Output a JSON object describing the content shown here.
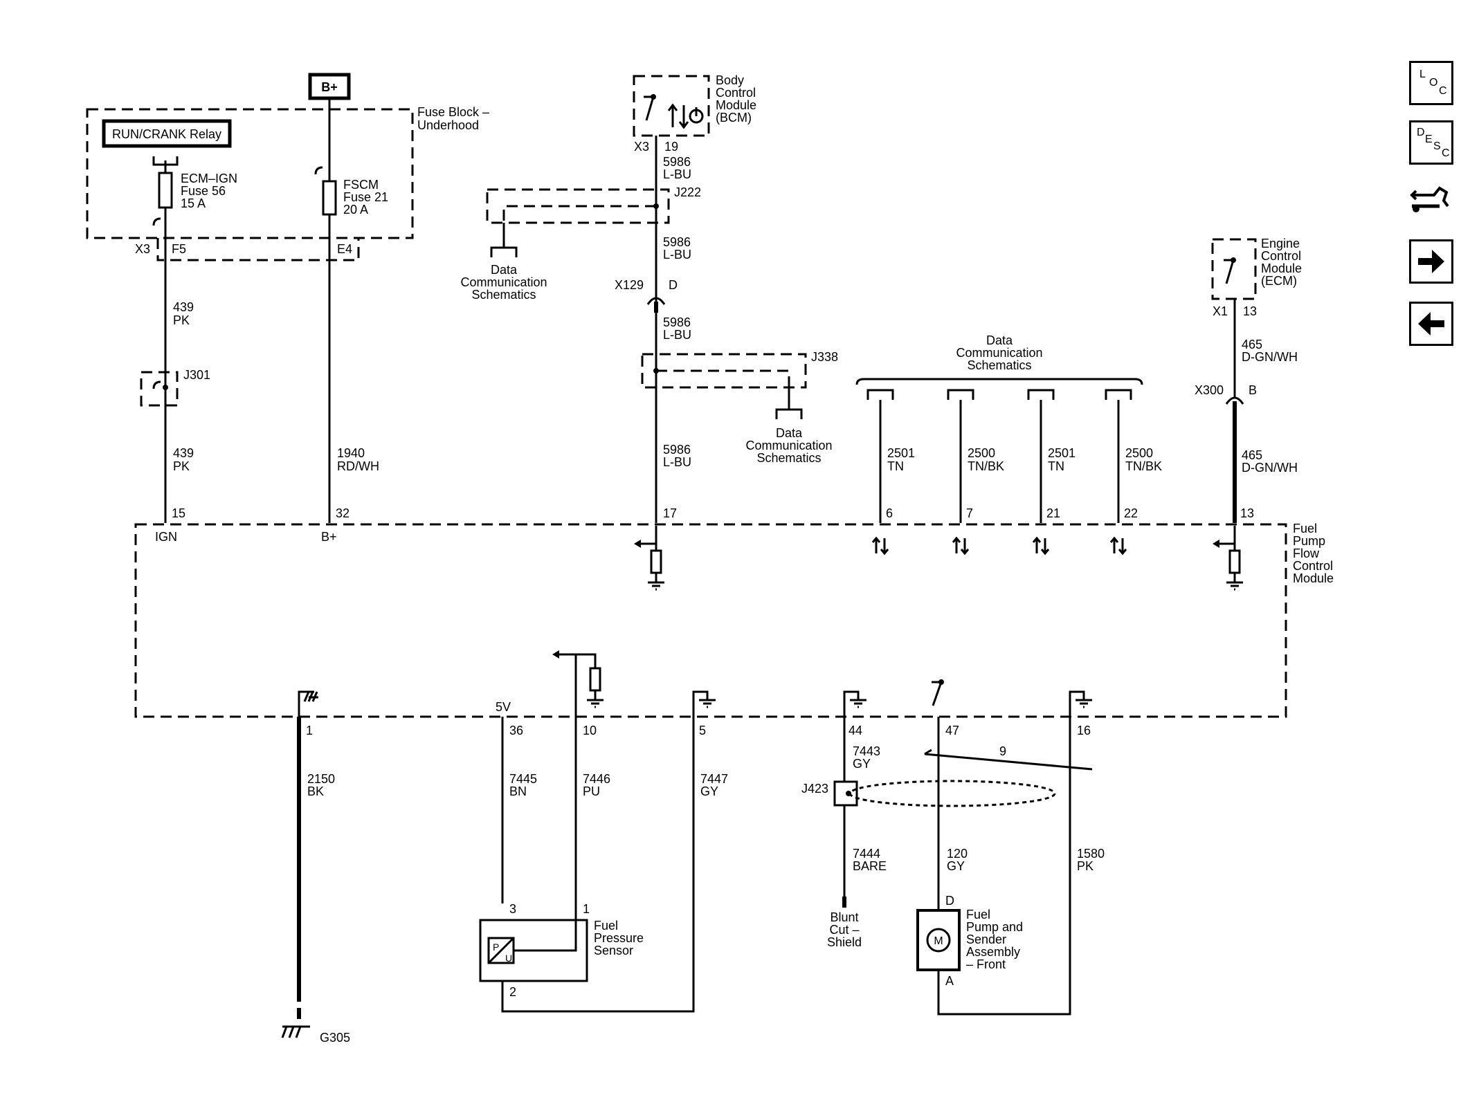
{
  "diagram": {
    "supply": {
      "bplus": "B+",
      "fuse_block": [
        "Fuse Block –",
        "Underhood"
      ],
      "relay": "RUN/CRANK Relay",
      "fuse_ecm": [
        "ECM–IGN",
        "Fuse 56",
        "15 A"
      ],
      "fuse_fscm": [
        "FSCM",
        "Fuse 21",
        "20 A"
      ],
      "conn_x3": "X3",
      "pin_f5": "F5",
      "pin_e4": "E4"
    },
    "bcm": {
      "name": [
        "Body",
        "Control",
        "Module",
        "(BCM)"
      ],
      "conn": "X3",
      "pin": "19"
    },
    "ecm": {
      "name": [
        "Engine",
        "Control",
        "Module",
        "(ECM)"
      ],
      "conn": "X1",
      "pin": "13"
    },
    "splices": {
      "j222": "J222",
      "j338": "J338",
      "j301": "J301",
      "j423": "J423"
    },
    "inline": {
      "x129": "X129",
      "x129_pin": "D",
      "x300": "X300",
      "x300_pin": "B"
    },
    "data_comm": [
      "Data",
      "Communication",
      "Schematics"
    ],
    "wires": {
      "w439": [
        "439",
        "PK"
      ],
      "w1940": [
        "1940",
        "RD/WH"
      ],
      "w5986": [
        "5986",
        "L-BU"
      ],
      "w465": [
        "465",
        "D-GN/WH"
      ],
      "w2501": [
        "2501",
        "TN"
      ],
      "w2500": [
        "2500",
        "TN/BK"
      ],
      "w2150": [
        "2150",
        "BK"
      ],
      "w7445": [
        "7445",
        "BN"
      ],
      "w7446": [
        "7446",
        "PU"
      ],
      "w7447": [
        "7447",
        "GY"
      ],
      "w7443": [
        "7443",
        "GY"
      ],
      "w7444": [
        "7444",
        "BARE"
      ],
      "w120": [
        "120",
        "GY"
      ],
      "w1580": [
        "1580",
        "PK"
      ]
    },
    "module": {
      "name": [
        "Fuel",
        "Pump",
        "Flow",
        "Control",
        "Module"
      ],
      "top_pins": [
        "15",
        "32",
        "17",
        "6",
        "7",
        "21",
        "22",
        "13"
      ],
      "label_ign": "IGN",
      "label_bplus": "B+",
      "bottom_pins": [
        "1",
        "36",
        "10",
        "5",
        "44",
        "47",
        "16"
      ],
      "label_5v": "5V"
    },
    "sensor": {
      "name": [
        "Fuel",
        "Pressure",
        "Sensor"
      ],
      "pins": [
        "3",
        "1",
        "2"
      ],
      "symbol_p": "P",
      "symbol_u": "U"
    },
    "pump": {
      "name": [
        "Fuel",
        "Pump and",
        "Sender",
        "Assembly",
        "– Front"
      ],
      "pin_d": "D",
      "pin_a": "A",
      "motor": "M"
    },
    "shield": {
      "label": [
        "Blunt",
        "Cut –",
        "Shield"
      ],
      "twist": "9"
    },
    "ground": "G305"
  },
  "nav": {
    "loc": [
      "L",
      "O",
      "C"
    ],
    "desc": [
      "D",
      "E",
      "S",
      "C"
    ],
    "icons": [
      "loc-button",
      "desc-button",
      "harness-icon",
      "next-arrow-icon",
      "prev-arrow-icon"
    ]
  }
}
